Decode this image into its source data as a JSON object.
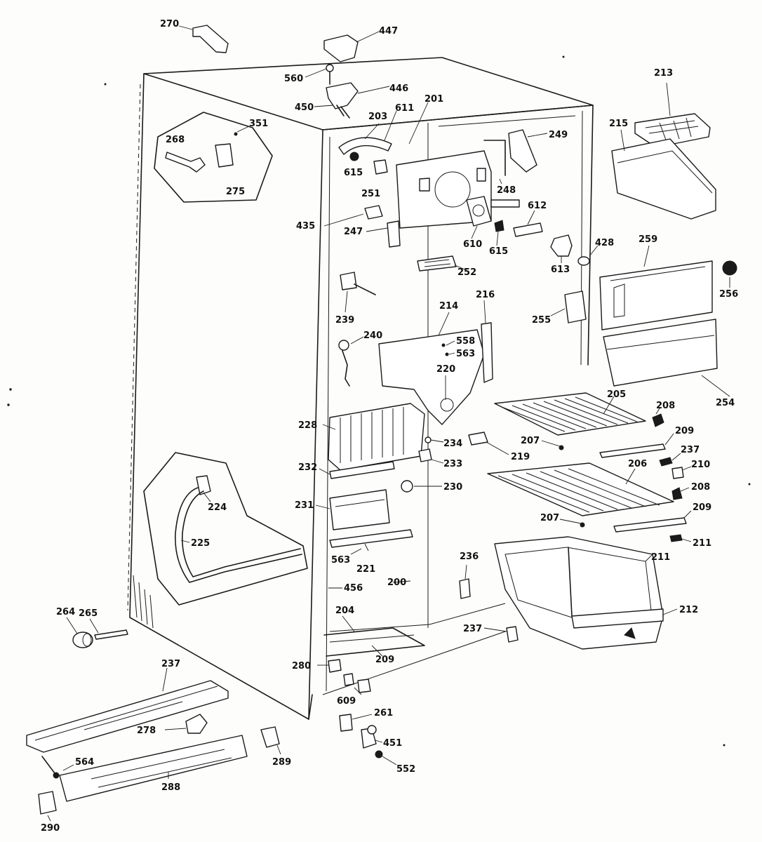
{
  "diagram": {
    "labels": [
      {
        "id": "l270",
        "text": "270"
      },
      {
        "id": "l447",
        "text": "447"
      },
      {
        "id": "l560",
        "text": "560"
      },
      {
        "id": "l446",
        "text": "446"
      },
      {
        "id": "l450",
        "text": "450"
      },
      {
        "id": "l203",
        "text": "203"
      },
      {
        "id": "l611",
        "text": "611"
      },
      {
        "id": "l201",
        "text": "201"
      },
      {
        "id": "l249",
        "text": "249"
      },
      {
        "id": "l213",
        "text": "213"
      },
      {
        "id": "l215",
        "text": "215"
      },
      {
        "id": "l351",
        "text": "351"
      },
      {
        "id": "l268",
        "text": "268"
      },
      {
        "id": "l275",
        "text": "275"
      },
      {
        "id": "l615a",
        "text": "615"
      },
      {
        "id": "l251",
        "text": "251"
      },
      {
        "id": "l248",
        "text": "248"
      },
      {
        "id": "l612",
        "text": "612"
      },
      {
        "id": "l435",
        "text": "435"
      },
      {
        "id": "l247",
        "text": "247"
      },
      {
        "id": "l610",
        "text": "610"
      },
      {
        "id": "l615b",
        "text": "615"
      },
      {
        "id": "l613",
        "text": "613"
      },
      {
        "id": "l428",
        "text": "428"
      },
      {
        "id": "l259",
        "text": "259"
      },
      {
        "id": "l256",
        "text": "256"
      },
      {
        "id": "l252",
        "text": "252"
      },
      {
        "id": "l255",
        "text": "255"
      },
      {
        "id": "l239",
        "text": "239"
      },
      {
        "id": "l214",
        "text": "214"
      },
      {
        "id": "l216",
        "text": "216"
      },
      {
        "id": "l240",
        "text": "240"
      },
      {
        "id": "l558",
        "text": "558"
      },
      {
        "id": "l563a",
        "text": "563"
      },
      {
        "id": "l220",
        "text": "220"
      },
      {
        "id": "l254",
        "text": "254"
      },
      {
        "id": "l205",
        "text": "205"
      },
      {
        "id": "l208a",
        "text": "208"
      },
      {
        "id": "l228",
        "text": "228"
      },
      {
        "id": "l234",
        "text": "234"
      },
      {
        "id": "l233",
        "text": "233"
      },
      {
        "id": "l219",
        "text": "219"
      },
      {
        "id": "l207a",
        "text": "207"
      },
      {
        "id": "l209a",
        "text": "209"
      },
      {
        "id": "l237a",
        "text": "237"
      },
      {
        "id": "l210",
        "text": "210"
      },
      {
        "id": "l232",
        "text": "232"
      },
      {
        "id": "l224",
        "text": "224"
      },
      {
        "id": "l230",
        "text": "230"
      },
      {
        "id": "l206",
        "text": "206"
      },
      {
        "id": "l208b",
        "text": "208"
      },
      {
        "id": "l231",
        "text": "231"
      },
      {
        "id": "l209b",
        "text": "209"
      },
      {
        "id": "l207b",
        "text": "207"
      },
      {
        "id": "l225",
        "text": "225"
      },
      {
        "id": "l211",
        "text": "211"
      },
      {
        "id": "l211b",
        "text": "211"
      },
      {
        "id": "l563b",
        "text": "563"
      },
      {
        "id": "l221",
        "text": "221"
      },
      {
        "id": "l236",
        "text": "236"
      },
      {
        "id": "l456",
        "text": "456"
      },
      {
        "id": "l200",
        "text": "200"
      },
      {
        "id": "l212",
        "text": "212"
      },
      {
        "id": "l264",
        "text": "264"
      },
      {
        "id": "l265",
        "text": "265"
      },
      {
        "id": "l204",
        "text": "204"
      },
      {
        "id": "l237b",
        "text": "237"
      },
      {
        "id": "l209c",
        "text": "209"
      },
      {
        "id": "l280",
        "text": "280"
      },
      {
        "id": "l237c",
        "text": "237"
      },
      {
        "id": "l609",
        "text": "609"
      },
      {
        "id": "l261",
        "text": "261"
      },
      {
        "id": "l278",
        "text": "278"
      },
      {
        "id": "l451",
        "text": "451"
      },
      {
        "id": "l564",
        "text": "564"
      },
      {
        "id": "l289",
        "text": "289"
      },
      {
        "id": "l552",
        "text": "552"
      },
      {
        "id": "l288",
        "text": "288"
      },
      {
        "id": "l290",
        "text": "290"
      }
    ]
  }
}
